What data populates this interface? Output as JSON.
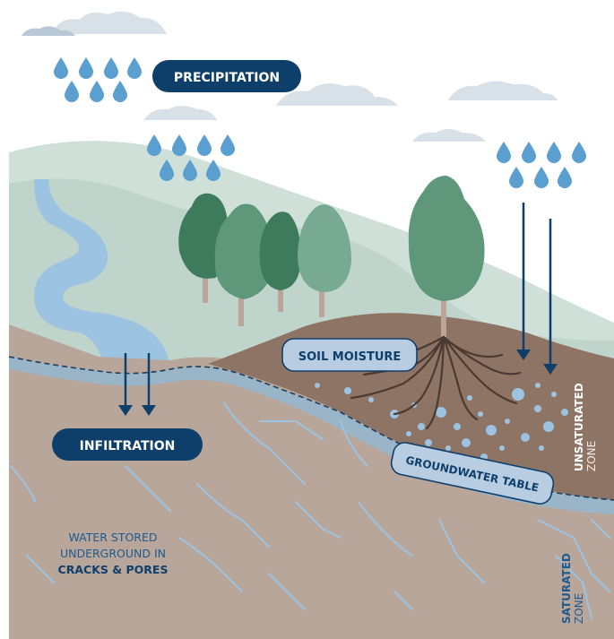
{
  "labels": {
    "precipitation": "PRECIPITATION",
    "infiltration": "INFILTRATION",
    "soil_moisture": "SOIL MOISTURE",
    "groundwater_table": "GROUNDWATER TABLE",
    "water_stored": {
      "line1": "WATER STORED",
      "line2_prefix": "UNDERGROUND IN",
      "line3_bold": "CRACKS & PORES"
    },
    "unsaturated_zone": {
      "bold": "UNSATURATED",
      "regular": "ZONE"
    },
    "saturated_zone": {
      "bold": "SATURATED",
      "regular": "ZONE"
    }
  },
  "colors": {
    "navy": "#0e3f6b",
    "sky_cloud": "#d9e1e8",
    "raindrop": "#5a9fd0",
    "hill_back": "#bfd5cb",
    "hill_mid": "#cfe0d8",
    "river": "#9dc3e3",
    "ground": "#b8a69a",
    "soil_dark": "#8e7464",
    "water_table_band": "#9ab5c8",
    "tree_dark": "#3e7a5c",
    "tree_mid": "#5f977a",
    "tree_light": "#78a992",
    "trunk": "#b9a59a",
    "crack": "#9dc3e3",
    "pill_light_fill": "#b8cde2"
  },
  "icons": [
    "raindrop-icon",
    "cloud-icon",
    "tree-icon",
    "arrow-down-icon"
  ]
}
